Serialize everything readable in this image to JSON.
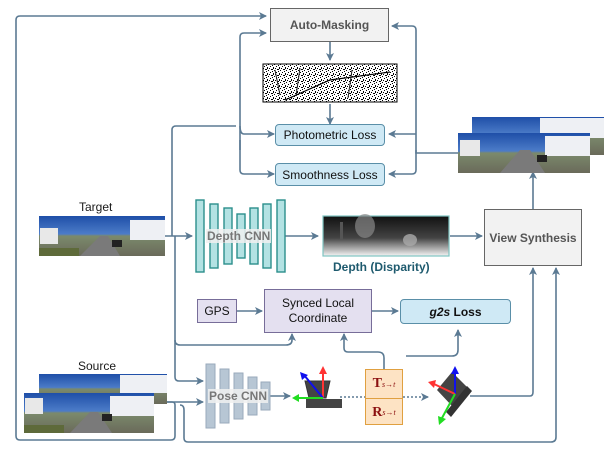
{
  "colors": {
    "arrow": "#5b7a93",
    "depth_cnn_fill": "#b3e2e3",
    "depth_cnn_stroke": "#2c8f8c",
    "pose_cnn_fill": "#b7c6d4",
    "loss_fill": "#cfe9f5",
    "purple_fill": "#e4e0f0",
    "transform_fill": "#fde3c4",
    "transform_text": "#8b1010",
    "depth_label": "#1e5a6e",
    "axis_red": "#ff3333",
    "axis_green": "#22dd22",
    "axis_blue": "#1010ee"
  },
  "inputs": {
    "target_label": "Target",
    "source_label": "Source"
  },
  "modules": {
    "auto_masking": "Auto-Masking",
    "photometric_loss": "Photometric Loss",
    "smoothness_loss": "Smoothness Loss",
    "depth_cnn": "Depth CNN",
    "depth_output_label": "Depth (Disparity)",
    "view_synthesis": "View Synthesis",
    "gps": "GPS",
    "synced_local_coordinate_line1": "Synced Local",
    "synced_local_coordinate_line2": "Coordinate",
    "g2s_loss_italic": "g2s",
    "g2s_loss_rest": " Loss",
    "pose_cnn": "Pose CNN"
  },
  "transform": {
    "translation_symbol": "T",
    "rotation_symbol": "R",
    "subscript": "s→t"
  },
  "icons": {
    "camera_pose_source": "camera-with-xyz-axes-icon",
    "camera_pose_transformed": "rotated-camera-with-xyz-axes-icon",
    "mask_image": "binary-mask-image",
    "depth_image": "disparity-map-image",
    "street_images": "street-scene-photo"
  }
}
